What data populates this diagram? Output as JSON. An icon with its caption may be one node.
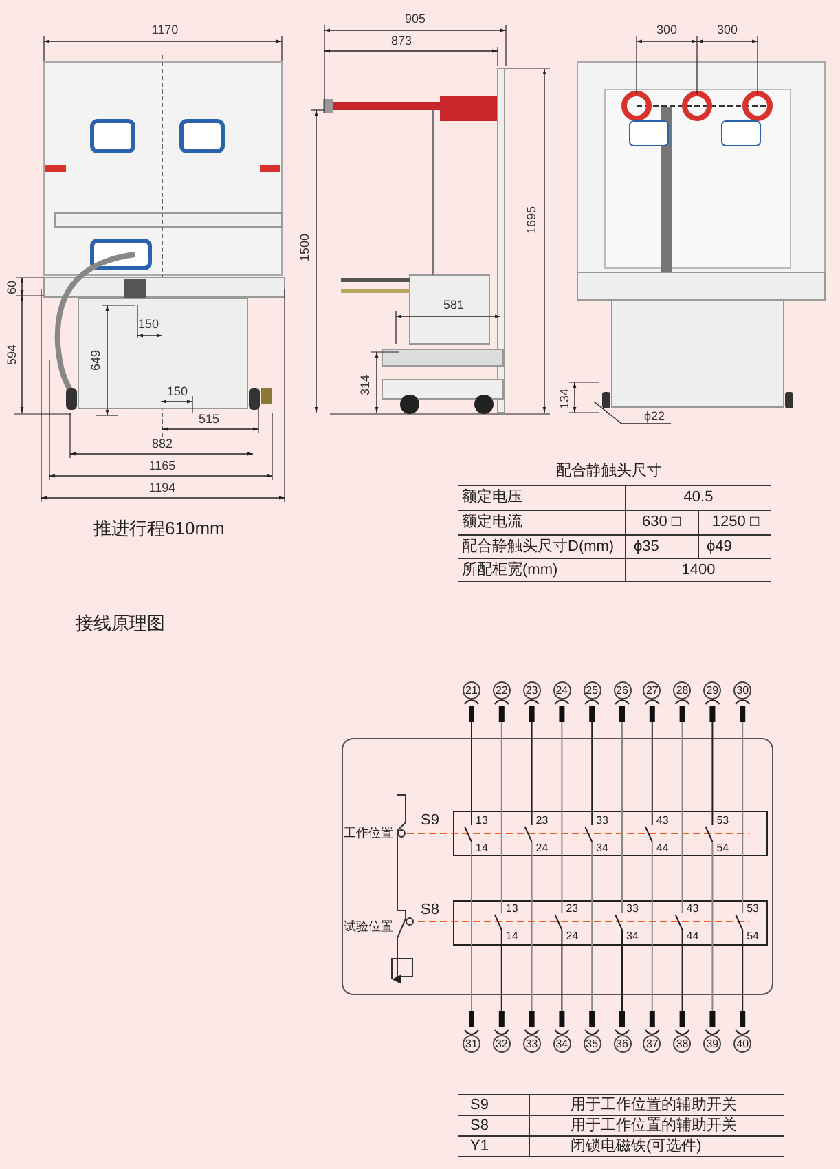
{
  "diagram": {
    "labels": [
      "1170",
      "905",
      "873",
      "300",
      "300",
      "1695",
      "1500",
      "60",
      "594",
      "649",
      "150",
      "581",
      "150",
      "515",
      "314",
      "134",
      "ϕ22",
      "882",
      "1165",
      "1194",
      "推进行程610mm",
      "配合静触头尺寸",
      "额定电压",
      "40.5",
      "额定电流",
      "630 □",
      "1250 □",
      "配合静触头尺寸D(mm)",
      "ϕ35",
      "ϕ49",
      "所配柜宽(mm)",
      "1400",
      "接线原理图",
      "21",
      "22",
      "23",
      "24",
      "25",
      "26",
      "27",
      "28",
      "29",
      "30",
      "S9",
      "工作位置",
      "13",
      "23",
      "33",
      "43",
      "53",
      "14",
      "24",
      "34",
      "44",
      "54",
      "S8",
      "试验位置",
      "13",
      "23",
      "33",
      "43",
      "53",
      "14",
      "24",
      "34",
      "44",
      "54",
      "31",
      "32",
      "33",
      "34",
      "35",
      "36",
      "37",
      "38",
      "39",
      "40",
      "S9",
      "用于工作位置的辅助开关",
      "S8",
      "用于工作位置的辅助开关",
      "Y1",
      "闭锁电磁铁(可选件)"
    ]
  }
}
